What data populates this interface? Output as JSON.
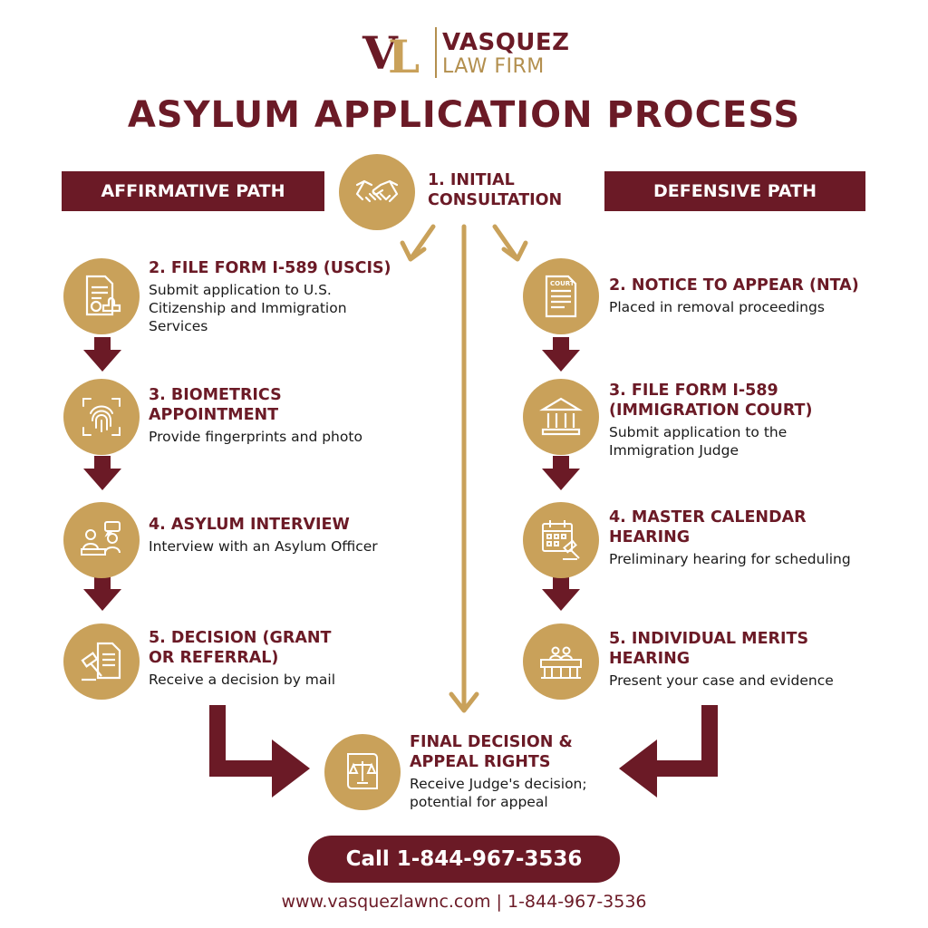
{
  "brand": {
    "monogram": "VL",
    "name_line1": "VASQUEZ",
    "name_line2": "LAW FIRM"
  },
  "title": "ASYLUM APPLICATION PROCESS",
  "paths": {
    "affirmative": "AFFIRMATIVE PATH",
    "defensive": "DEFENSIVE PATH"
  },
  "initial": {
    "title_line1": "1. INITIAL",
    "title_line2": "CONSULTATION",
    "icon": "handshake-icon"
  },
  "affirmative_steps": [
    {
      "title": "2. FILE FORM I-589 (USCIS)",
      "desc": "Submit application to U.S. Citizenship and Immigration Services",
      "icon": "document-stamp-icon"
    },
    {
      "title": "3. BIOMETRICS APPOINTMENT",
      "desc": "Provide fingerprints and photo",
      "icon": "fingerprint-icon"
    },
    {
      "title": "4. ASYLUM INTERVIEW",
      "desc": "Interview with an Asylum Officer",
      "icon": "interview-icon"
    },
    {
      "title": "5. DECISION (GRANT OR REFERRAL)",
      "desc": "Receive a decision by mail",
      "icon": "gavel-document-icon"
    }
  ],
  "defensive_steps": [
    {
      "title": "2. NOTICE TO APPEAR (NTA)",
      "desc": "Placed in removal proceedings",
      "icon": "court-notice-icon",
      "icon_text": "COURT"
    },
    {
      "title": "3. FILE FORM I-589 (IMMIGRATION COURT)",
      "desc": "Submit application to the Immigration Judge",
      "icon": "courthouse-icon"
    },
    {
      "title": "4. MASTER CALENDAR HEARING",
      "desc": "Preliminary hearing for scheduling",
      "icon": "calendar-gavel-icon"
    },
    {
      "title": "5. INDIVIDUAL MERITS HEARING",
      "desc": "Present your case and evidence",
      "icon": "courtroom-icon"
    }
  ],
  "final": {
    "title": "FINAL DECISION & APPEAL RIGHTS",
    "desc": "Receive Judge's decision; potential for appeal",
    "icon": "scales-document-icon"
  },
  "cta": "Call 1-844-967-3536",
  "footer": "www.vasquezlawnc.com | 1-844-967-3536",
  "colors": {
    "maroon": "#6b1a26",
    "gold": "#c9a15a"
  }
}
